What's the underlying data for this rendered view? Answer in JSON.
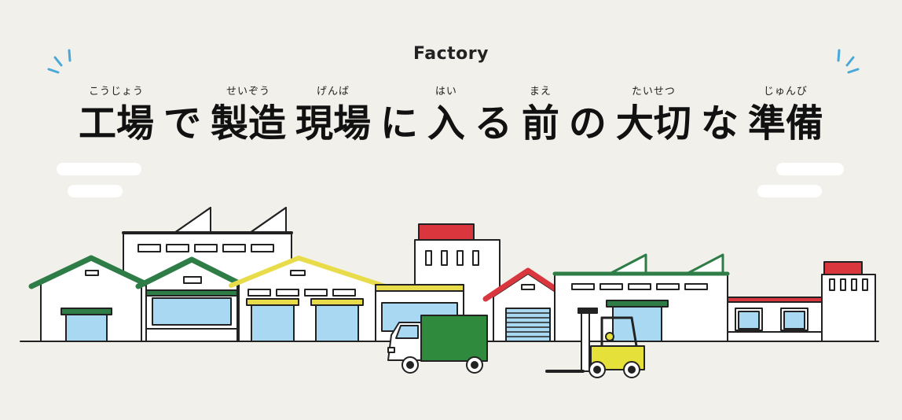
{
  "header": {
    "eyebrow": "Factory",
    "title_segments": [
      {
        "text": "工場",
        "ruby": "こうじょう"
      },
      {
        "text": "で",
        "ruby": ""
      },
      {
        "text": "製造",
        "ruby": "せいぞう"
      },
      {
        "text": "現場",
        "ruby": "げんば"
      },
      {
        "text": "に",
        "ruby": ""
      },
      {
        "text": "入",
        "ruby": "はい"
      },
      {
        "text": "る",
        "ruby": ""
      },
      {
        "text": "前",
        "ruby": "まえ"
      },
      {
        "text": "の",
        "ruby": ""
      },
      {
        "text": "大切",
        "ruby": "たいせつ"
      },
      {
        "text": "な",
        "ruby": ""
      },
      {
        "text": "準備",
        "ruby": "じゅんび"
      }
    ]
  },
  "illustration": {
    "icons": [
      "sparkle-icon",
      "cloud-icon",
      "factory-building-icon",
      "truck-icon",
      "forklift-icon"
    ],
    "colors": {
      "background": "#f2f0ea",
      "outline": "#222222",
      "roof_green": "#2e7d47",
      "roof_yellow": "#e8dc4a",
      "roof_red": "#d9363e",
      "window_blue": "#a9d8f2",
      "truck_green": "#2f8a3e",
      "forklift_yellow": "#e6e03a",
      "sparkle_blue": "#4aa8d8"
    }
  }
}
